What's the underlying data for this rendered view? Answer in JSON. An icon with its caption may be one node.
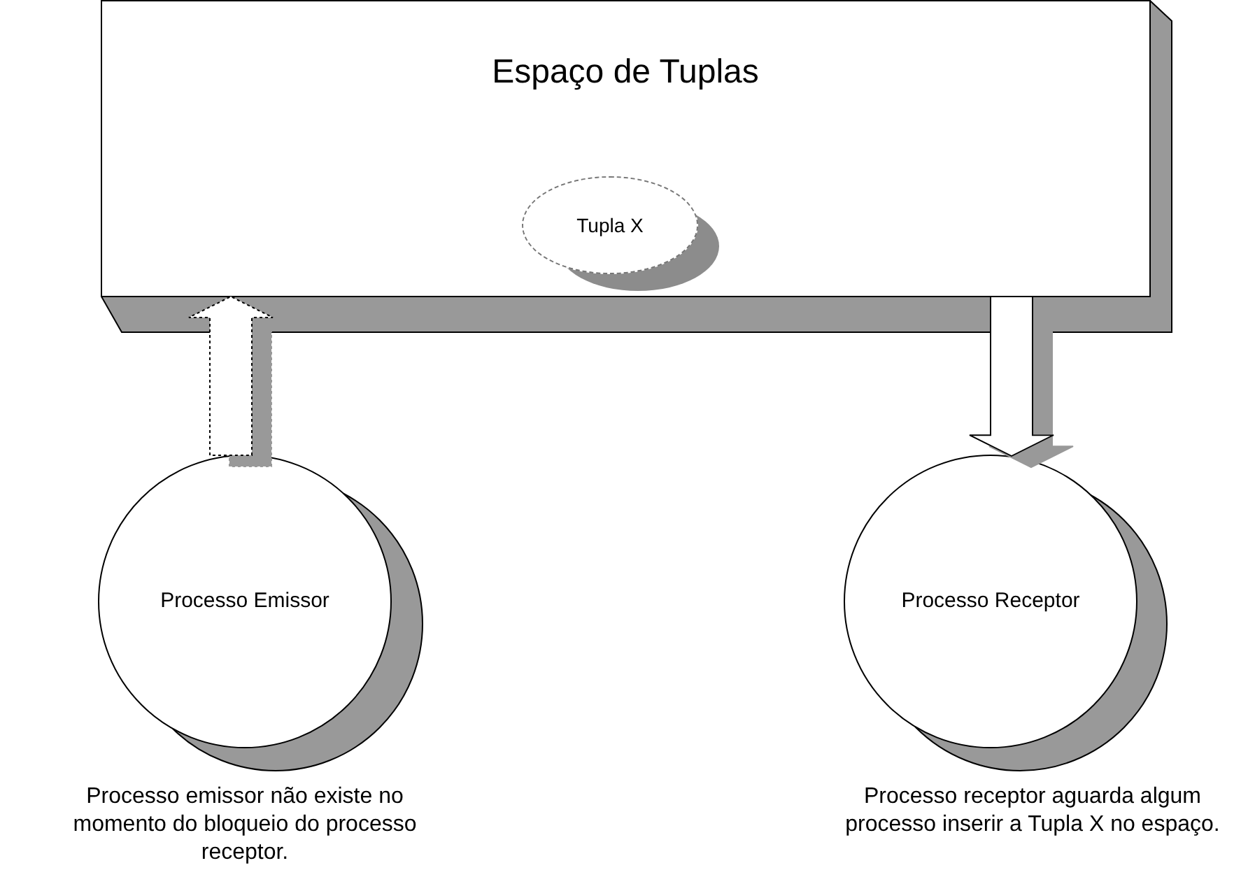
{
  "diagram": {
    "nodes": [
      {
        "text": [
          "Espaço de Tuplas"
        ]
      },
      {
        "text": [
          "Tupla X"
        ],
        "in": 0
      },
      {
        "text": [
          "Processo Emissor"
        ],
        "beside": [
          "Processo emissor não existe no momento do bloqueio do processo receptor."
        ]
      },
      {
        "text": [
          "Processo Receptor"
        ],
        "beside": [
          "Processo receptor aguarda algum processo inserir a Tupla X no espaço."
        ]
      }
    ],
    "edges": [
      {
        "from": 2,
        "to": 0,
        "arrow": "to",
        "style": "dashed"
      },
      {
        "from": 0,
        "to": 3,
        "arrow": "to"
      }
    ]
  }
}
